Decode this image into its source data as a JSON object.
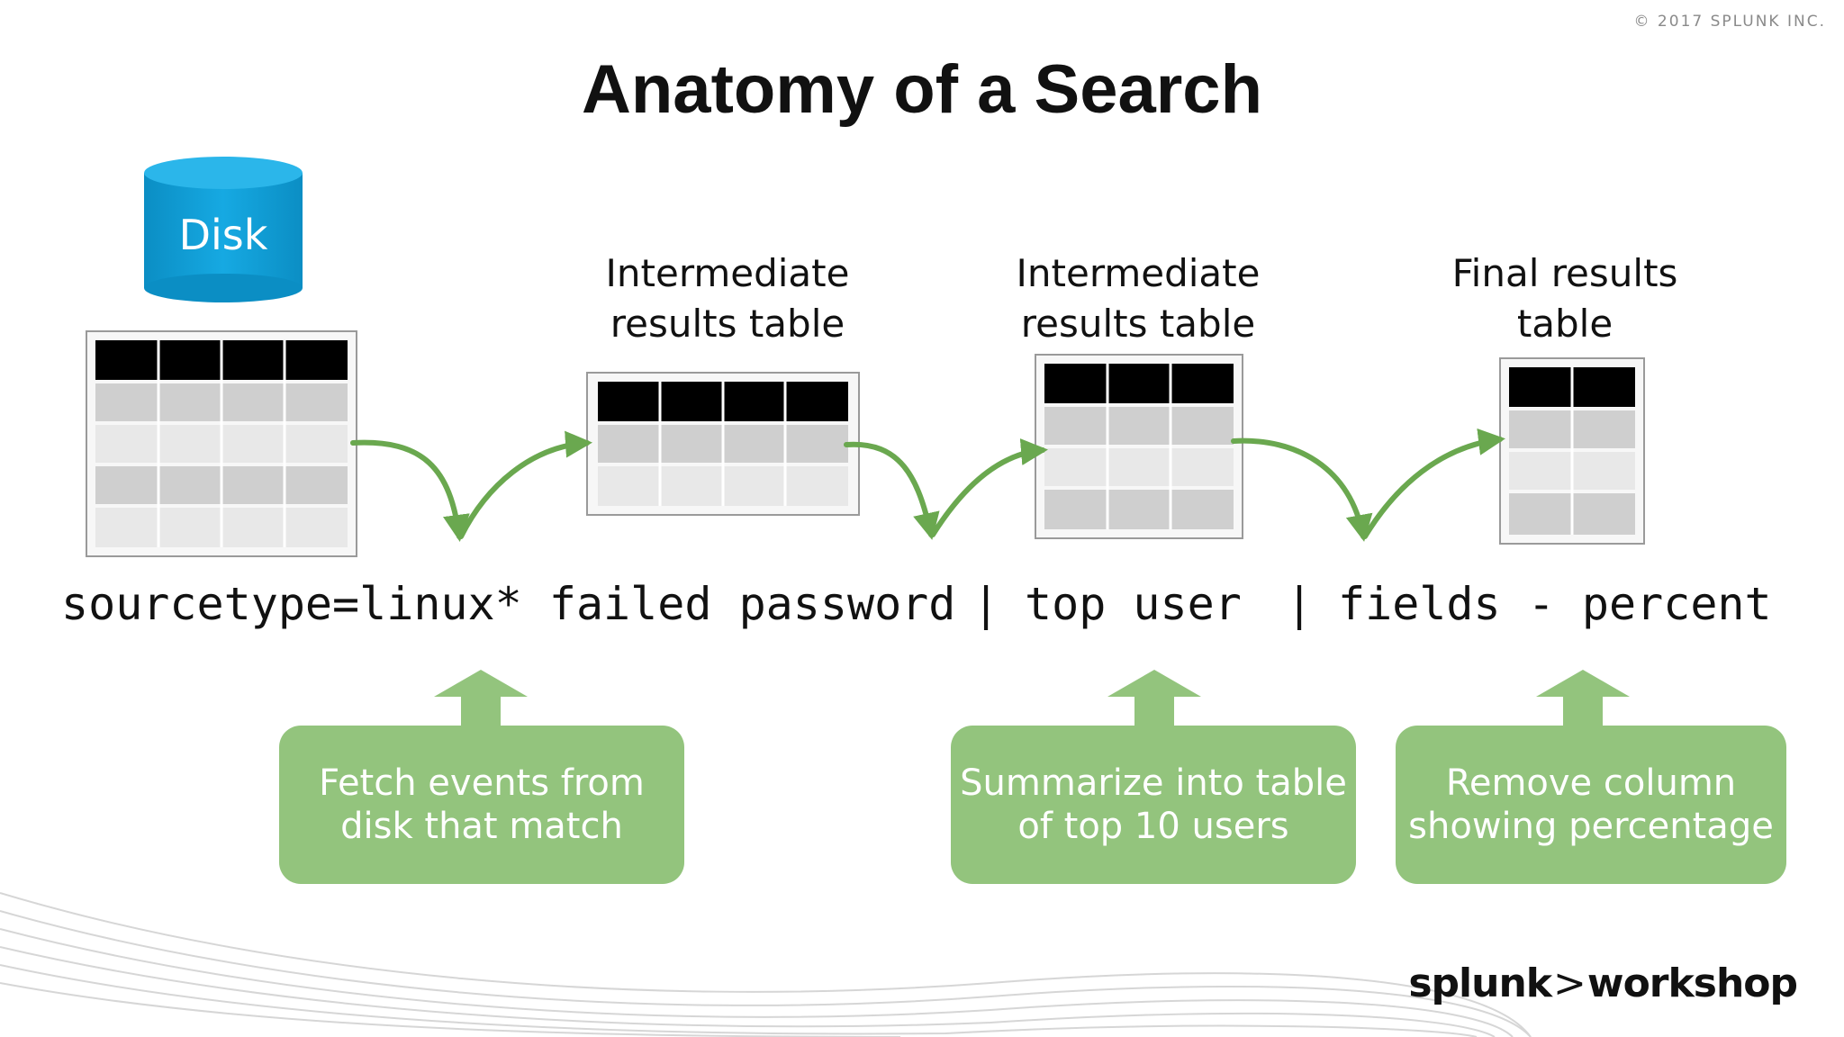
{
  "header": {
    "copyright": "© 2017 SPLUNK INC.",
    "title": "Anatomy of a Search"
  },
  "disk": {
    "label": "Disk",
    "color": "#0e9fd8"
  },
  "tables": [
    {
      "line1": "Intermediate",
      "line2": "results table"
    },
    {
      "line1": "Intermediate",
      "line2": "results table"
    },
    {
      "line1": "Final results",
      "line2": "table"
    }
  ],
  "search": {
    "part1": "sourcetype=linux* failed password",
    "sep1": "|",
    "part2": "top user",
    "sep2": "|",
    "part3": "fields - percent"
  },
  "callouts": [
    {
      "line1": "Fetch events from",
      "line2": "disk that match"
    },
    {
      "line1": "Summarize into table",
      "line2": "of top 10 users"
    },
    {
      "line1": "Remove column",
      "line2": "showing percentage"
    }
  ],
  "brand": {
    "name": "splunk",
    "symbol": ">",
    "suffix": "workshop"
  },
  "colors": {
    "arrow": "#6aa84f",
    "callout": "#93c47d",
    "table_header": "#000000"
  }
}
